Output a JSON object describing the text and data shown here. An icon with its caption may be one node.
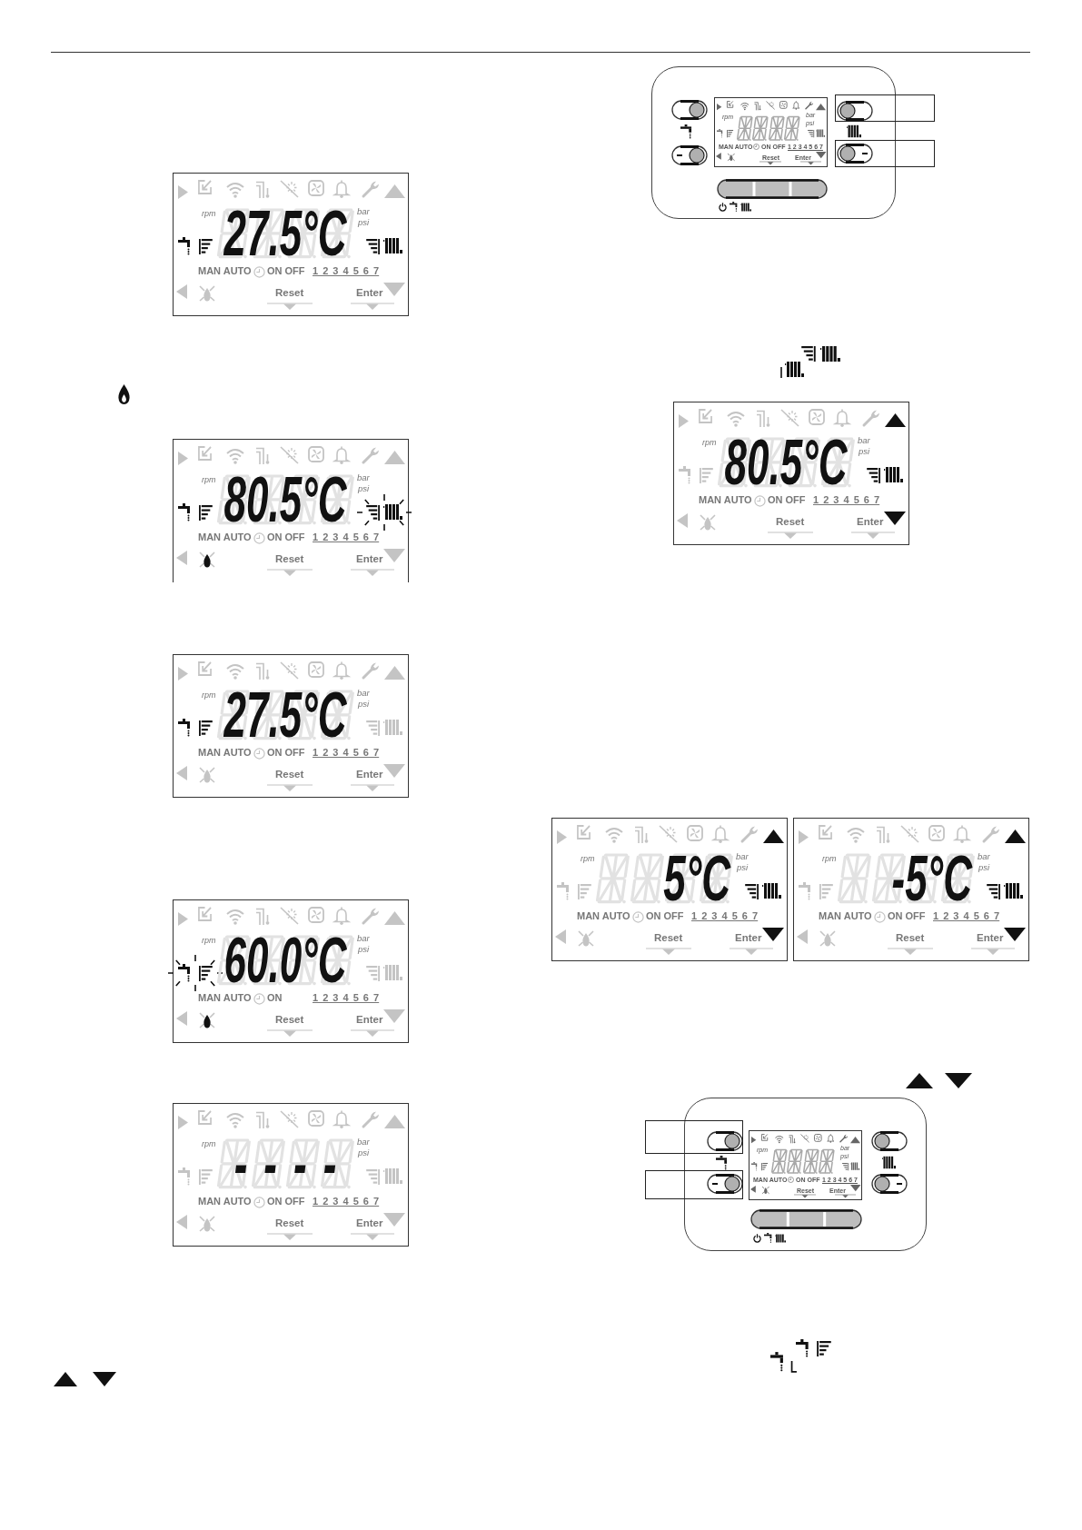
{
  "diagram": {
    "nodes": [
      {
        "text": [
          "rpm",
          "27.5°C",
          "bar",
          "psi",
          "MAN AUTO",
          "ON OFF",
          "1 2 3 4 5 6 7",
          "Reset",
          "Enter"
        ]
      },
      {
        "text": [
          "rpm",
          "80.5°C",
          "bar",
          "psi",
          "MAN AUTO",
          "ON OFF",
          "1 2 3 4 5 6 7",
          "Reset",
          "Enter"
        ]
      },
      {
        "text": [
          "rpm",
          "27.5°C",
          "bar",
          "psi",
          "MAN AUTO",
          "ON OFF",
          "1 2 3 4 5 6 7",
          "Reset",
          "Enter"
        ]
      },
      {
        "text": [
          "rpm",
          "60.0°C",
          "bar",
          "psi",
          "MAN AUTO",
          "ON",
          "1 2 3 4 5 6 7",
          "Reset",
          "Enter"
        ]
      },
      {
        "text": [
          "rpm",
          "----",
          "bar",
          "psi",
          "MAN AUTO",
          "ON OFF",
          "1 2 3 4 5 6 7",
          "Reset",
          "Enter"
        ]
      },
      {
        "text": [],
        "shape": "box"
      },
      {
        "text": [
          "rpm",
          "bar",
          "psi",
          "MAN AUTO",
          "ON OFF",
          "1 2 3 4 5 6 7",
          "Reset",
          "Enter"
        ],
        "in": 5
      },
      {
        "text": [],
        "shape": "box"
      },
      {
        "text": [],
        "shape": "box"
      },
      {
        "text": [
          "rpm",
          "80.5°C",
          "bar",
          "psi",
          "MAN AUTO",
          "ON OFF",
          "1 2 3 4 5 6 7",
          "Reset",
          "Enter"
        ]
      },
      {
        "text": [
          "rpm",
          "5°C",
          "bar",
          "psi",
          "MAN AUTO",
          "ON OFF",
          "1 2 3 4 5 6 7",
          "Reset",
          "Enter"
        ]
      },
      {
        "text": [
          "rpm",
          "-5°C",
          "bar",
          "psi",
          "MAN AUTO",
          "ON OFF",
          "1 2 3 4 5 6 7",
          "Reset",
          "Enter"
        ]
      },
      {
        "text": [],
        "shape": "box"
      },
      {
        "text": [
          "rpm",
          "bar",
          "psi",
          "MAN AUTO",
          "ON OFF",
          "1 2 3 4 5 6 7",
          "Reset",
          "Enter"
        ],
        "in": 12
      },
      {
        "text": [],
        "shape": "box"
      },
      {
        "text": [],
        "shape": "box"
      }
    ]
  }
}
